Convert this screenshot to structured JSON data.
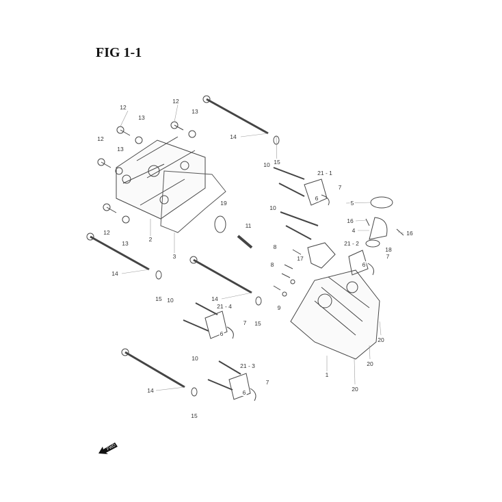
{
  "figure": {
    "title": "FIG 1-1",
    "fwd_label": "FWD",
    "part_labels": [
      "12",
      "13",
      "12",
      "13",
      "14",
      "12",
      "13",
      "15",
      "10",
      "21 - 1",
      "7",
      "6",
      "5",
      "10",
      "19",
      "11",
      "16",
      "4",
      "16",
      "21 - 2",
      "8",
      "17",
      "18",
      "7",
      "6",
      "8",
      "9",
      "12",
      "13",
      "2",
      "3",
      "14",
      "15",
      "14",
      "15",
      "10",
      "21 - 4",
      "7",
      "6",
      "20",
      "20",
      "1",
      "20",
      "10",
      "21 - 3",
      "7",
      "6",
      "14",
      "15"
    ]
  }
}
